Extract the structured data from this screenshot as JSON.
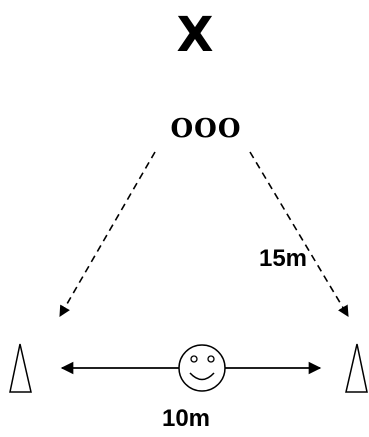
{
  "diagram": {
    "top_marker": "X",
    "group_label": "OOO",
    "diagonal_distance": "15m",
    "base_distance": "10m",
    "stroke_color": "#000000",
    "background_color": "#ffffff",
    "icons": {
      "left_cone": "cone-icon",
      "right_cone": "cone-icon",
      "center_face": "smiley-face-icon"
    }
  }
}
